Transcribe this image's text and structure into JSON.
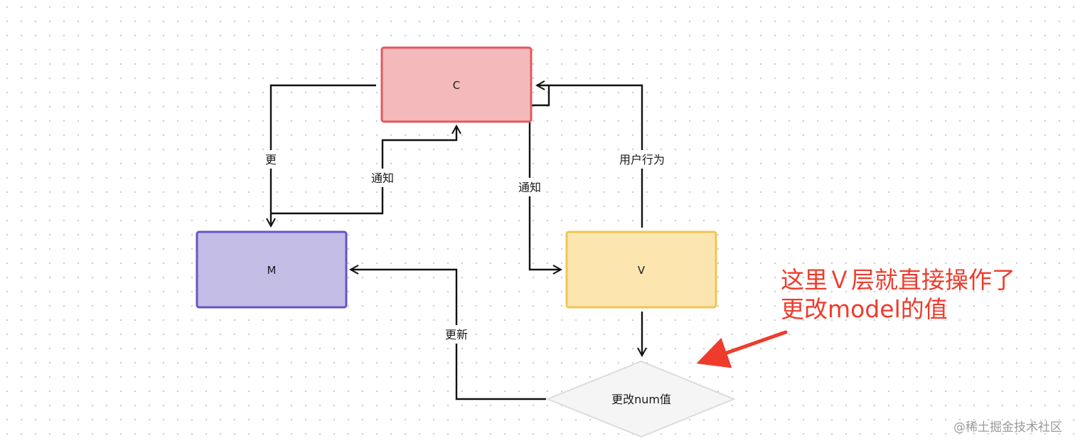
{
  "nodes": {
    "controller": {
      "label": "C",
      "fill": "#f4babb",
      "stroke": "#e35860"
    },
    "model": {
      "label": "M",
      "fill": "#c3bde6",
      "stroke": "#6a52c0"
    },
    "view": {
      "label": "V",
      "fill": "#fce5af",
      "stroke": "#f2c454"
    },
    "decision": {
      "label": "更改num值",
      "fill": "#f5f5f5",
      "stroke": "#dcdcdc"
    }
  },
  "edges": {
    "c_to_m_label": "更",
    "m_to_c_label": "通知",
    "c_to_v_label": "通知",
    "v_to_c_label": "用户行为",
    "decision_to_m_label": "更新"
  },
  "annotation": {
    "line1": "这里Ｖ层就直接操作了",
    "line2": "更改model的值",
    "color": "#ef3b2c"
  },
  "watermark": "@稀土掘金技术社区"
}
